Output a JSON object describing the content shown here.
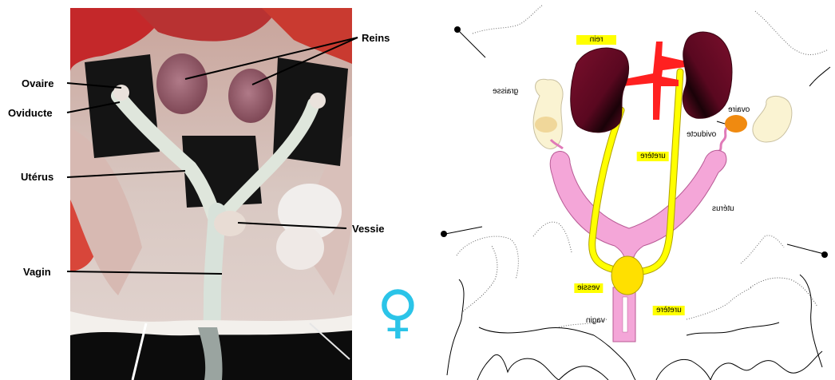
{
  "photo_labels": {
    "reins": "Reins",
    "ovaire": "Ovaire",
    "oviducte": "Oviducte",
    "uterus": "Utérus",
    "vessie": "Vessie",
    "vagin": "Vagin"
  },
  "female_symbol": "♀",
  "schema_labels": {
    "rein": "rein",
    "graisse": "graisse",
    "ovaire": "ovaire",
    "oviducte": "oviducte",
    "uretere_top": "uretère",
    "uterus": "utérus",
    "vessie": "vessie",
    "uretere_bottom": "uretère",
    "vagin": "vagin"
  },
  "colors": {
    "kidney": "#6a0c26",
    "artery": "#ff2020",
    "ureter": "#ffff00",
    "uterus": "#f4a6d8",
    "fat": "#faf3d2",
    "ovary": "#f08a10",
    "highlight": "#ffff00",
    "symbol": "#2bc4e8"
  }
}
